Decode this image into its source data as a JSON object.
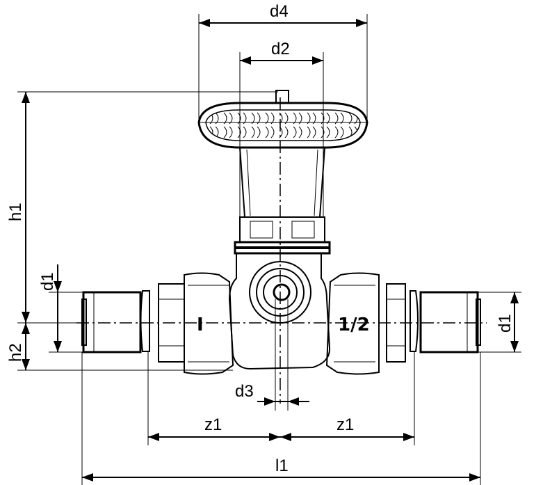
{
  "dimensions": {
    "d4": "d4",
    "d2": "d2",
    "h1": "h1",
    "h2": "h2",
    "d1_left": "d1",
    "d1_right": "d1",
    "d3": "d3",
    "z1_left": "z1",
    "z1_right": "z1",
    "l1": "l1"
  },
  "markings": {
    "left_union": "I",
    "right_union": "1/2"
  }
}
